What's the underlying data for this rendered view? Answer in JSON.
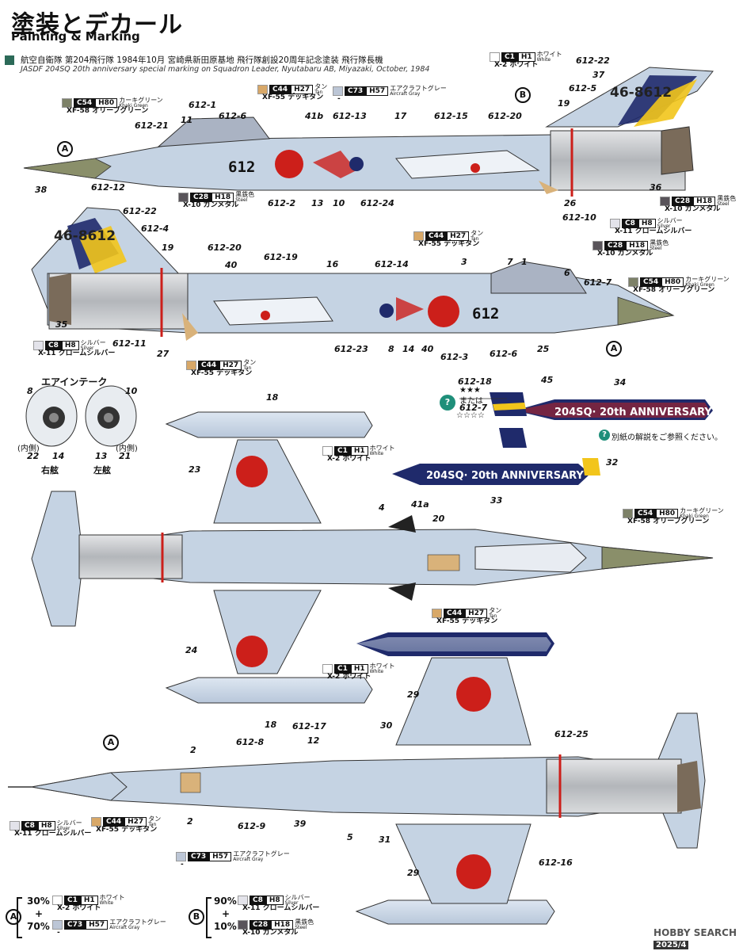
{
  "header": {
    "title_jp": "塗装とデカール",
    "title_en": "Painting & Marking",
    "caption_jp": "航空自衛隊 第204飛行隊 1984年10月 宮崎県新田原基地 飛行隊創設20周年記念塗装 飛行隊長機",
    "caption_en": "JASDF 204SQ 20th anniversary special marking on Squadron Leader, Nyutabaru AB, Miyazaki, October, 1984"
  },
  "colors": {
    "light_gray": "#c5d3e3",
    "dark_gray": "#a7b3bf",
    "khaki": "#8a8f6a",
    "tan": "#d9b27a",
    "red": "#cc1f1a",
    "metal": "#b9bcbf",
    "navy": "#1f2a6b",
    "yellow": "#f2c51b"
  },
  "paints": {
    "c1": {
      "code": "C1",
      "h": "H1",
      "jp": "ホワイト",
      "en": "White",
      "xf": "X-2 ホワイト",
      "swatch": "#ffffff"
    },
    "c54": {
      "code": "C54",
      "h": "H80",
      "jp": "カーキグリーン",
      "en": "Khaki Green",
      "xf": "XF-58 オリーブグリーン",
      "swatch": "#7d8168"
    },
    "c44": {
      "code": "C44",
      "h": "H27",
      "jp": "タン",
      "en": "Tan",
      "xf": "XF-55 デッキタン",
      "swatch": "#d8a868"
    },
    "c73": {
      "code": "C73",
      "h": "H57",
      "jp": "エアクラフトグレー",
      "en": "Aircraft Gray",
      "xf": "-",
      "swatch": "#bcc6d6"
    },
    "c28": {
      "code": "C28",
      "h": "H18",
      "jp": "黒鉄色",
      "en": "Steel",
      "xf": "X-10 ガンメタル",
      "swatch": "#59545a"
    },
    "c8": {
      "code": "C8",
      "h": "H8",
      "jp": "シルバー",
      "en": "Silver",
      "xf": "X-11 クロームシルバー",
      "swatch": "#e3e3ea"
    }
  },
  "refs": {
    "A": "A",
    "B": "B"
  },
  "aircraft": {
    "serial": "46-8612",
    "nose_number": "612",
    "tank_text": "204SQ 20th ANNIVERSARY"
  },
  "intake": {
    "title": "エアインテーク",
    "inner": "(内側)",
    "right": "右舷",
    "left": "左舷",
    "n8": "8",
    "n22": "22",
    "n14": "14",
    "n10": "10",
    "n13": "13",
    "n21": "21"
  },
  "decal_choice": {
    "a": "612-18",
    "stars_a": "★★★",
    "or": "または",
    "b": "612-7",
    "stars_b": "☆☆☆☆",
    "note": "別紙の解説をご参照ください。"
  },
  "mix": {
    "a_pct1": "30%",
    "a_pct2": "70%",
    "b_pct1": "90%",
    "b_pct2": "10%",
    "plus": "+"
  },
  "labels": {
    "p1": [
      "612-22",
      "37",
      "612-5",
      "19",
      "612-1",
      "612-6",
      "41b",
      "612-13",
      "17",
      "612-15",
      "612-20",
      "11",
      "612-21",
      "612-12",
      "612",
      "612-2",
      "13",
      "10",
      "612-24",
      "26",
      "612-10",
      "36"
    ],
    "p2": [
      "38",
      "612-22",
      "612-4",
      "19",
      "612-20",
      "40",
      "612-19",
      "16",
      "612-14",
      "3",
      "7",
      "1",
      "6",
      "612-7",
      "35",
      "612-11",
      "27",
      "612-23",
      "8",
      "14",
      "40",
      "612-3",
      "612-6",
      "25"
    ],
    "p3": [
      "18",
      "23",
      "4",
      "41a",
      "20",
      "24",
      "18"
    ],
    "p4": [
      "45",
      "34",
      "32",
      "33"
    ],
    "p5": [
      "29",
      "612-17",
      "12",
      "30",
      "612-25",
      "2",
      "612-8",
      "2",
      "612-9",
      "39",
      "5",
      "31",
      "612-16",
      "29"
    ]
  },
  "watermark": "HOBBY SEARCH",
  "date": "2025/4"
}
